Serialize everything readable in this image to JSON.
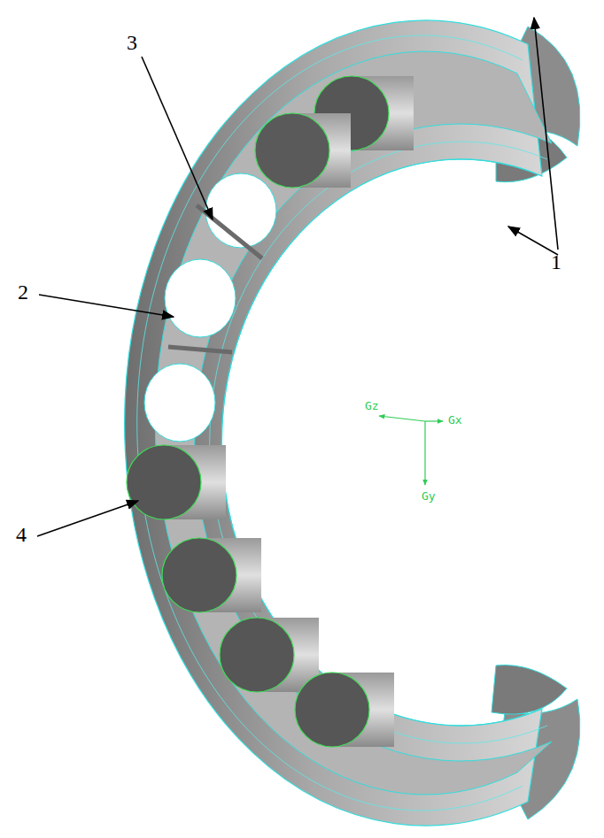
{
  "diagram": {
    "labels": [
      "1",
      "2",
      "3",
      "4",
      "Gz",
      "Gx",
      "Gy"
    ]
  }
}
